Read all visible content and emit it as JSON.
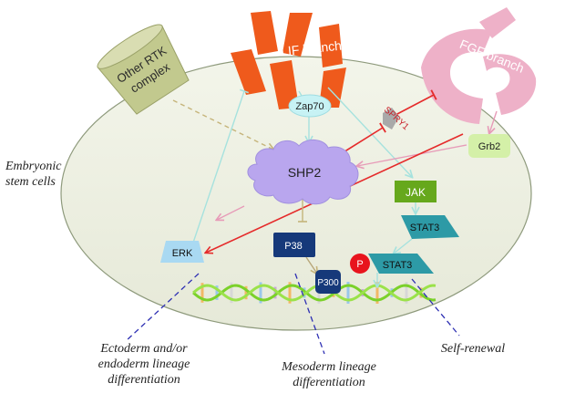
{
  "colors": {
    "cell_fill": "#ecefdf",
    "cell_stroke": "#8e9a7c",
    "lif": "#ef5a1c",
    "fgf": "#eeb1c8",
    "rtk": "#c2c98e",
    "shp2": "#b9a6ee",
    "zap70": "#c7f2f4",
    "grb2": "#d4f0a8",
    "jak": "#66a81c",
    "stat3": "#2d9aa6",
    "erk": "#a9d9f2",
    "p38": "#16397a",
    "phospho": "#e8141d",
    "inhibit_red": "#e52b2b",
    "arrow_cyan": "#b4e9e6",
    "arrow_pink": "#eea9c2",
    "arrow_khaki": "#cdbe86",
    "dashed_blue": "#2d2fb3"
  },
  "cell_label": [
    "Embryonic",
    "stem cells"
  ],
  "receptors": {
    "rtk": "Other RTK complex",
    "lif": "LIF branch",
    "fgf": "FGF branch"
  },
  "nodes": {
    "zap70": "Zap70",
    "spry1": "SPRY1",
    "grb2": "Grb2",
    "shp2": "SHP2",
    "jak": "JAK",
    "stat3_top": "STAT3",
    "stat3_bottom": "STAT3",
    "phospho": "P",
    "erk": "ERK",
    "p38": "P38",
    "p300": "P300"
  },
  "outcomes": {
    "ectoderm": [
      "Ectoderm and/or",
      "endoderm lineage",
      "differentiation"
    ],
    "mesoderm": [
      "Mesoderm lineage",
      "differentiation"
    ],
    "self_renewal": "Self-renewal"
  }
}
